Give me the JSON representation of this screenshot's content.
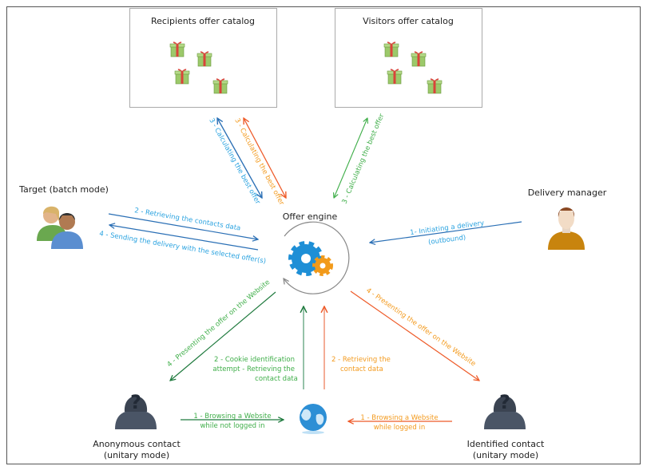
{
  "catalogs": {
    "recipients": "Recipients offer catalog",
    "visitors": "Visitors offer catalog"
  },
  "nodes": {
    "target": "Target (batch mode)",
    "delivery_manager": "Delivery manager",
    "offer_engine": "Offer engine",
    "anonymous_line1": "Anonymous contact",
    "anonymous_line2": "(unitary mode)",
    "identified_line1": "Identified contact",
    "identified_line2": "(unitary mode)"
  },
  "flows": {
    "calc_blue": "3 - Calculating the best offer",
    "calc_orange": "3 - Calculating the best offer",
    "calc_green": "3 - Calculating the best offer",
    "retrieving_contacts": "2 - Retrieving the contacts data",
    "sending_delivery": "4 - Sending the delivery with the selected offer(s)",
    "initiating_line1": "1- Initiating a delivery",
    "initiating_line2": "(outbound)",
    "presenting_green": "4 - Presenting the offer on the Website",
    "presenting_orange": "4 - Presenting the offer on the Website",
    "cookie_line1": "2 - Cookie identification",
    "cookie_line2": "attempt - Retrieving the",
    "cookie_line3": "contact data",
    "retrieving_line1": "2 - Retrieving the",
    "retrieving_line2": "contact data",
    "browse_anon_line1": "1 - Browsing a Website",
    "browse_anon_line2": "while not logged in",
    "browse_ident_line1": "1 - Browsing a Website",
    "browse_ident_line2": "while logged in"
  },
  "colors": {
    "blue_text": "#2ba3e0",
    "blue_line": "#2a6fb5",
    "orange_text": "#f39a1e",
    "orange_line": "#ee5a28",
    "green_text": "#3fae49",
    "green_line": "#1f7a3e"
  }
}
